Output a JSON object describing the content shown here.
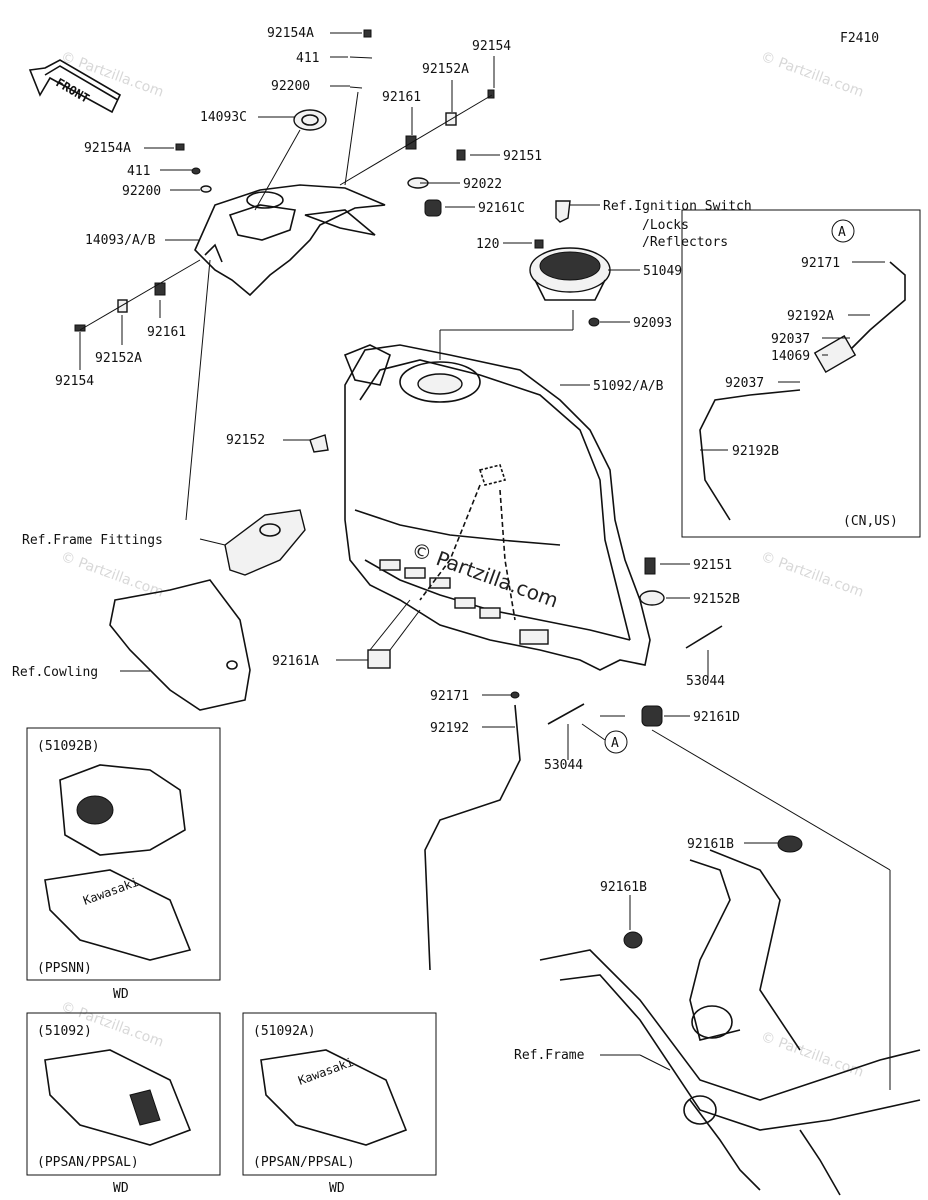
{
  "figure_id": "F2410",
  "watermark": "© Partzilla.com",
  "front_label": "FRONT",
  "callouts": [
    {
      "id": "c1",
      "text": "92154A"
    },
    {
      "id": "c2",
      "text": "411"
    },
    {
      "id": "c3",
      "text": "92200"
    },
    {
      "id": "c4",
      "text": "14093C"
    },
    {
      "id": "c5",
      "text": "92154"
    },
    {
      "id": "c6",
      "text": "92152A"
    },
    {
      "id": "c7",
      "text": "92161"
    },
    {
      "id": "c8",
      "text": "92154A"
    },
    {
      "id": "c9",
      "text": "411"
    },
    {
      "id": "c10",
      "text": "92200"
    },
    {
      "id": "c11",
      "text": "14093/A/B"
    },
    {
      "id": "c12",
      "text": "92161"
    },
    {
      "id": "c13",
      "text": "92152A"
    },
    {
      "id": "c14",
      "text": "92154"
    },
    {
      "id": "c15",
      "text": "92151"
    },
    {
      "id": "c16",
      "text": "92022"
    },
    {
      "id": "c17",
      "text": "92161C"
    },
    {
      "id": "c18",
      "text": "Ref.Ignition Switch"
    },
    {
      "id": "c19",
      "text": "/Locks"
    },
    {
      "id": "c20",
      "text": "/Reflectors"
    },
    {
      "id": "c21",
      "text": "120"
    },
    {
      "id": "c22",
      "text": "51049"
    },
    {
      "id": "c23",
      "text": "92093"
    },
    {
      "id": "c24",
      "text": "51092/A/B"
    },
    {
      "id": "c25",
      "text": "92152"
    },
    {
      "id": "c26",
      "text": "Ref.Frame Fittings"
    },
    {
      "id": "c27",
      "text": "Ref.Cowling"
    },
    {
      "id": "c28",
      "text": "92161A"
    },
    {
      "id": "c29",
      "text": "92171"
    },
    {
      "id": "c30",
      "text": "92192"
    },
    {
      "id": "c31",
      "text": "53044"
    },
    {
      "id": "c32",
      "text": "92151"
    },
    {
      "id": "c33",
      "text": "92152B"
    },
    {
      "id": "c34",
      "text": "53044"
    },
    {
      "id": "c35",
      "text": "92161D"
    },
    {
      "id": "c36",
      "text": "92161B"
    },
    {
      "id": "c37",
      "text": "92161B"
    },
    {
      "id": "c38",
      "text": "Ref.Frame"
    },
    {
      "id": "c39",
      "text": "92171"
    },
    {
      "id": "c40",
      "text": "92192A"
    },
    {
      "id": "c41",
      "text": "92037"
    },
    {
      "id": "c42",
      "text": "14069"
    },
    {
      "id": "c43",
      "text": "92037"
    },
    {
      "id": "c44",
      "text": "92192B"
    }
  ],
  "inset_main": {
    "circle_label": "A",
    "region": "(CN,US)"
  },
  "ref_circle_label": "A",
  "variant_panels": [
    {
      "id": "p1",
      "title": "(51092B)",
      "variant": "(PPSNN)",
      "caption": "WD"
    },
    {
      "id": "p2",
      "title": "(51092)",
      "variant": "(PPSAN/PPSAL)",
      "caption": "WD"
    },
    {
      "id": "p3",
      "title": "(51092A)",
      "variant": "(PPSAN/PPSAL)",
      "caption": "WD"
    }
  ],
  "tank_badge_text": "Kawasaki",
  "colors": {
    "line": "#111111",
    "watermark": "#d8d8d8"
  }
}
